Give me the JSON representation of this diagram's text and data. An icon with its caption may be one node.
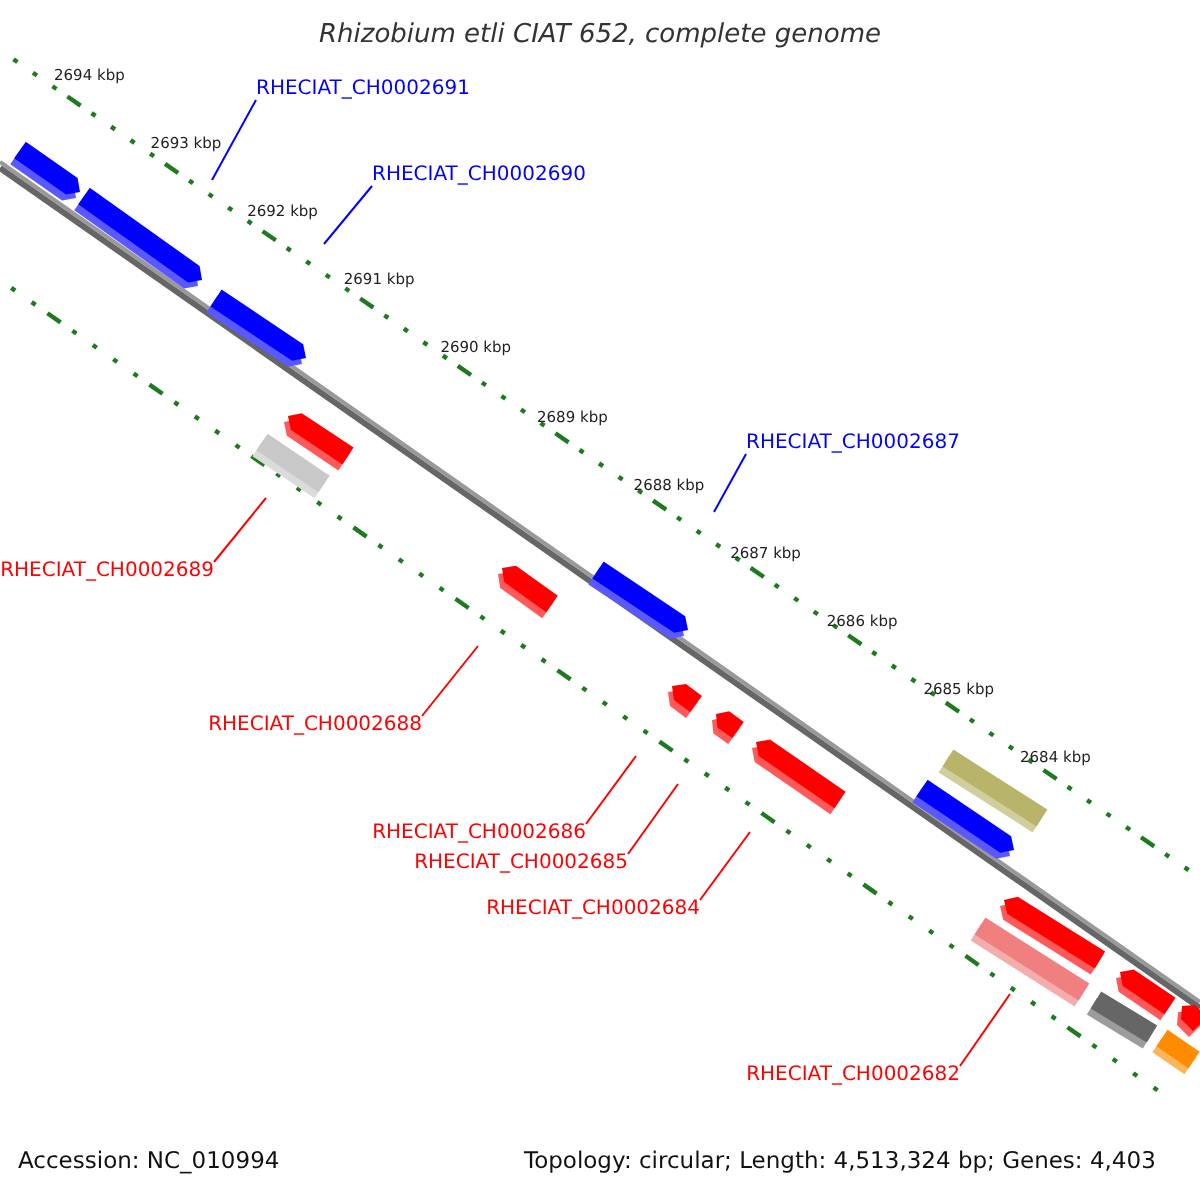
{
  "diagram": {
    "title": "Rhizobium etli CIAT 652, complete genome",
    "nodes": [
      {
        "text": [
          "RHECIAT_CH0002691"
        ]
      },
      {
        "text": [
          "RHECIAT_CH0002690"
        ]
      },
      {
        "text": [
          "RHECIAT_CH0002687"
        ]
      },
      {
        "text": [
          "RHECIAT_CH0002689"
        ]
      },
      {
        "text": [
          "RHECIAT_CH0002688"
        ]
      },
      {
        "text": [
          "RHECIAT_CH0002686"
        ]
      },
      {
        "text": [
          "RHECIAT_CH0002685"
        ]
      },
      {
        "text": [
          "RHECIAT_CH0002684"
        ]
      },
      {
        "text": [
          "RHECIAT_CH0002682"
        ]
      }
    ],
    "edges": [
      {
        "from": 0,
        "to": null,
        "arrow": "none",
        "color": "#0000ff"
      },
      {
        "from": 1,
        "to": null,
        "arrow": "none",
        "color": "#0000ff"
      },
      {
        "from": 2,
        "to": null,
        "arrow": "none",
        "color": "#0000ff"
      },
      {
        "from": 3,
        "to": null,
        "arrow": "none"
      },
      {
        "from": 4,
        "to": null,
        "arrow": "none"
      },
      {
        "from": 5,
        "to": null,
        "arrow": "none"
      },
      {
        "from": 6,
        "to": null,
        "arrow": "none"
      },
      {
        "from": 7,
        "to": null,
        "arrow": "none"
      },
      {
        "from": 8,
        "to": null,
        "arrow": "none"
      }
    ],
    "labels": [
      "2694 kbp",
      "2693 kbp",
      "2692 kbp",
      "2691 kbp",
      "2690 kbp",
      "2689 kbp",
      "2688 kbp",
      "2687 kbp",
      "2686 kbp",
      "2685 kbp",
      "2684 kbp",
      "Accession: NC_010994",
      "Topology: circular; Length: 4,513,324 bp; Genes: 4,403"
    ]
  }
}
